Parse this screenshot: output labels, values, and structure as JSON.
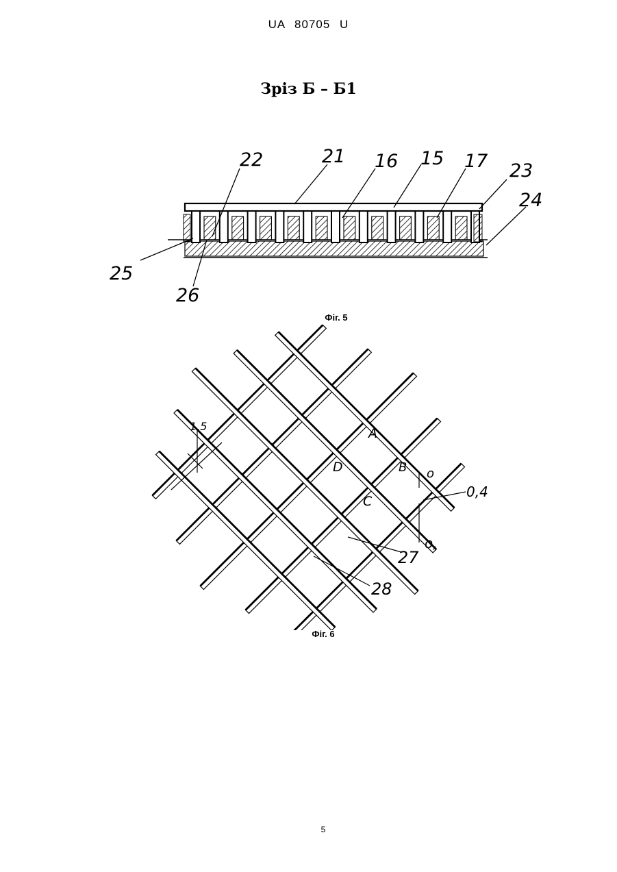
{
  "header": {
    "patent_number": "UA   80705   U"
  },
  "section_title": "Зріз Б – Б1",
  "figure5": {
    "caption": "Фіг. 5",
    "labels": {
      "l22": "22",
      "l21": "21",
      "l16": "16",
      "l15": "15",
      "l17": "17",
      "l23": "23",
      "l24": "24",
      "l25": "25",
      "l26": "26"
    }
  },
  "figure6": {
    "caption": "Фіг. 6",
    "labels": {
      "dim15": "1.5",
      "A": "A",
      "D": "D",
      "B": "B",
      "C": "C",
      "o": "o",
      "dim04": "0,4",
      "o1": "o,",
      "l27": "27",
      "l28": "28"
    }
  },
  "footer": {
    "page_number": "5"
  }
}
